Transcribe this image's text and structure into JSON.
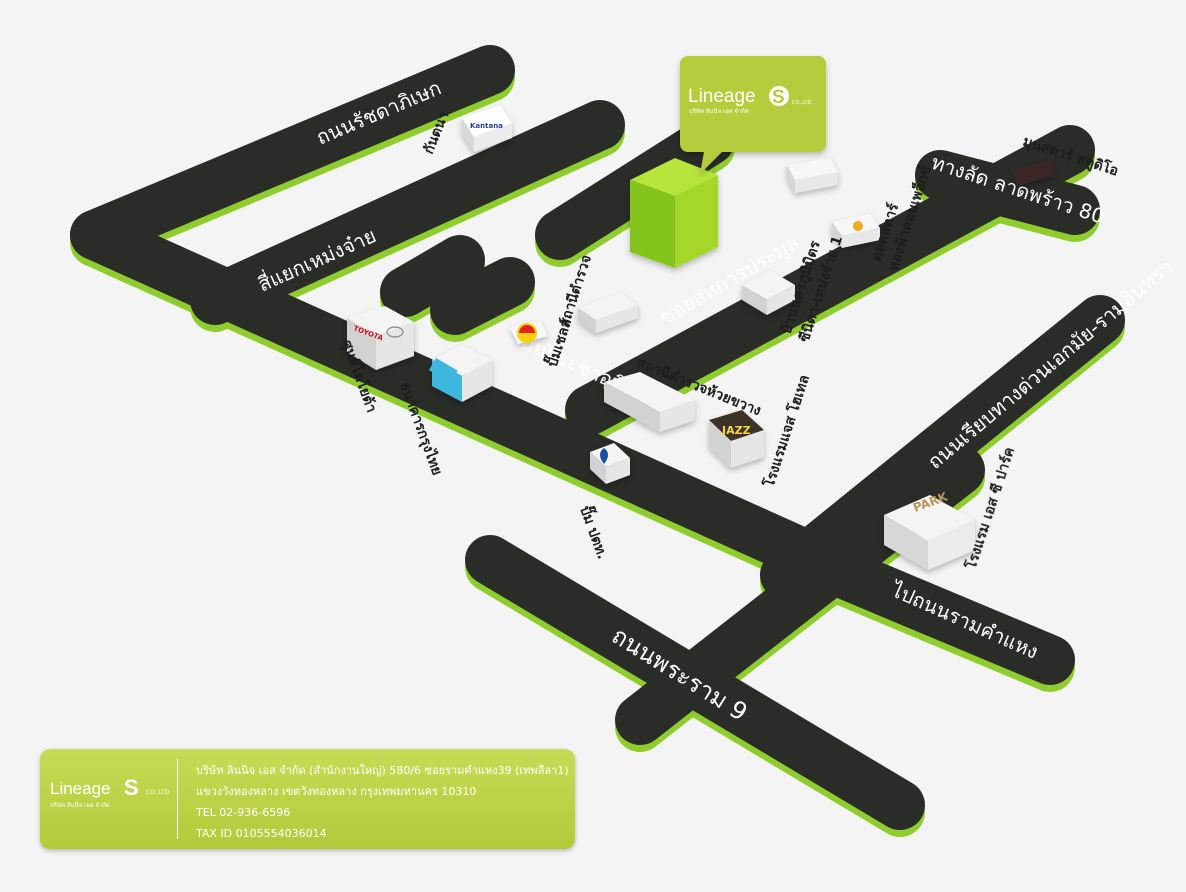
{
  "logo": {
    "brand": "Lineage",
    "brand_letter": "S",
    "suffix": "CO.,LTD.",
    "thai_name": "บริษัท ลินนิจ เอส จำกัด"
  },
  "roads": {
    "ramkhamhaeng_39": "ถนนรัชดาภิเษก",
    "si_yaek_muang_chai": "สี่แยกเหม่งจ๋าย",
    "pracha_uthit": "ถนนประชาอุทิศ",
    "soi_sahakarn": "ซอยสหการประมูล",
    "lat_phrao": "ทางลัด ลาดพร้าว 80",
    "liab_duan": "ถนนเรียบทางด่วนเอกมัย-รามอินทรา",
    "to_ramkhamhaeng": "ไปถนนรามคำแหง",
    "rama9": "ถนนพระราม 9"
  },
  "places": {
    "kantana": "กันตนา",
    "kantana_sign": "Kantana",
    "mungstar": "มุนสตาร์ สตูดิโอ",
    "dodstar": "ดอดสตาร์",
    "khamphaeng": "ทองฟ้าคอมเพล็กซ์",
    "ban_nakhon": "บ้านนครภูมิมิตร",
    "soi_sub": "ซีนิตา-เหม่งจ๋าย 1",
    "police": "สถานีตำรวจ",
    "shell": "ปั๊มเชลล์",
    "toyota": "ศูนย์โตโยต้า",
    "toyota_sign": "TOYOTA",
    "ktb": "ธนาคารกรุงไทย",
    "police_huai": "สถานีตำรวจห้วยขวาง",
    "jazz": "โรงแรมแจส โฮเทล",
    "jazz_sign": "JAZZ",
    "ptt": "ปั๊ม ปตท.",
    "park": "โรงแรม เอส ซี ปาร์ค",
    "park_sign": "PARK"
  },
  "address": {
    "line1": "บริษัท ลินนิจ เอส จำกัด (สำนักงานใหญ่) 580/6 ซอยรามคำแหง39 (เทพลีลา1)",
    "line2": "แขวงวังทองหลาง เขตวังทองหลาง กรุงเทพมหานคร 10310",
    "tel": "TEL 02-936-6596",
    "tax": "TAX ID 0105554036014"
  },
  "colors": {
    "road": "#2a2c28",
    "road_edge": "#8fcd2e",
    "brand_green": "#b5cd3c",
    "building": "#e6e6e6",
    "target_building": "#8ccc1f"
  }
}
